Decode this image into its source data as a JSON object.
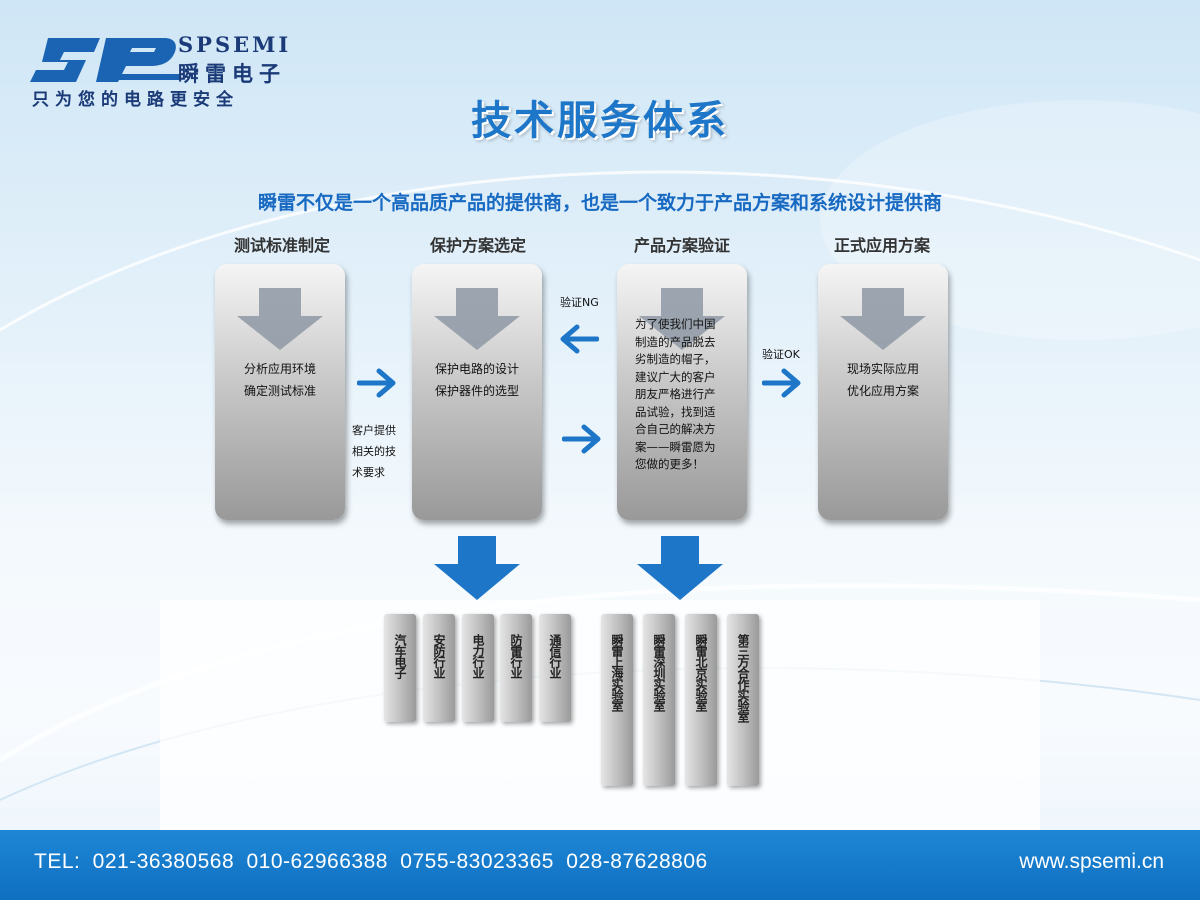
{
  "brand": {
    "name_en": "SPSEMI",
    "name_cn": "瞬雷电子",
    "slogan": "只为您的电路更安全",
    "color_primary": "#1d76c8",
    "color_dark": "#1b3a78"
  },
  "title": "技术服务体系",
  "subtitle": "瞬雷不仅是一个高品质产品的提供商，也是一个致力于产品方案和系统设计提供商",
  "columns": [
    {
      "title": "测试标准制定",
      "lines": [
        "分析应用环境",
        "确定测试标准"
      ]
    },
    {
      "title": "保护方案选定",
      "lines": [
        "保护电路的设计",
        "保护器件的选型"
      ]
    },
    {
      "title": "产品方案验证",
      "lines": [
        "为了使我们中国",
        "制造的产品脱去",
        "劣制造的帽子，",
        "建议广大的客户",
        "朋友严格进行产",
        "品试验，找到适",
        "合自己的解决方",
        "案——瞬雷愿为",
        "您做的更多！"
      ]
    },
    {
      "title": "正式应用方案",
      "lines": [
        "现场实际应用",
        "优化应用方案"
      ]
    }
  ],
  "flow_labels": {
    "ng": "验证NG",
    "ok": "验证OK",
    "customer": [
      "客户提供",
      "相关的技",
      "术要求"
    ]
  },
  "industries": [
    "汽车电子",
    "安防行业",
    "电力行业",
    "防雷行业",
    "通信行业"
  ],
  "labs": [
    "瞬雷上海实验室",
    "瞬雷深圳实验室",
    "瞬雷北京实验室",
    "第三方合作实验室"
  ],
  "footer": {
    "phones": "TEL:  021-36380568  010-62966388  0755-83023365  028-87628806",
    "website": "www.spsemi.cn"
  }
}
